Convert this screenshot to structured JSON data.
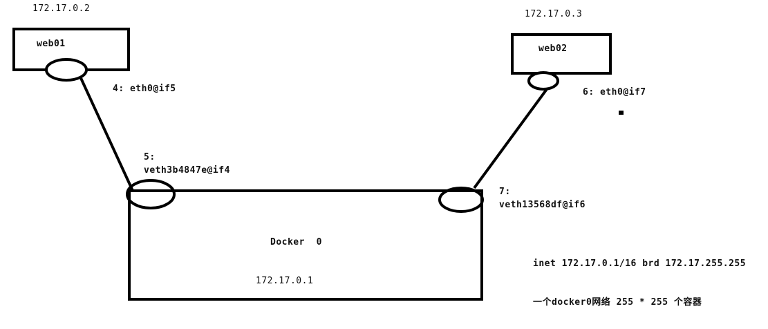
{
  "web01": {
    "name": "web01",
    "ip": "172.17.0.2",
    "interface": "4: eth0@if5"
  },
  "web02": {
    "name": "web02",
    "ip": "172.17.0.3",
    "interface": "6: eth0@if7"
  },
  "docker0": {
    "name": "Docker  0",
    "ip": "172.17.0.1",
    "veth_left_index": "5:",
    "veth_left_name": "veth3b4847e@if4",
    "veth_right_index": "7:",
    "veth_right_name": "veth13568df@if6"
  },
  "notes": {
    "inet": "inet 172.17.0.1/16 brd 172.17.255.255",
    "capacity": "一个docker0网络 255 * 255 个容器"
  },
  "colors": {
    "stroke": "#000000",
    "background": "#ffffff"
  }
}
